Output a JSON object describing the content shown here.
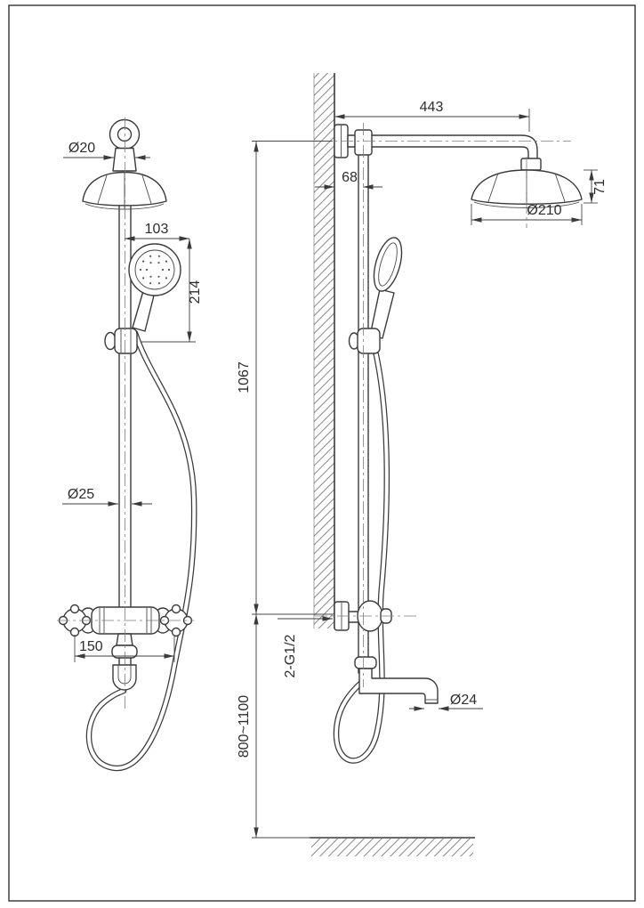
{
  "drawing": {
    "background": "#ffffff",
    "line_color": "#3a3a3a",
    "hatch_color": "#7a7a7a",
    "front": {
      "top_pipe_diameter": "Ø20",
      "hand_shower_offset": "103",
      "hand_shower_height": "214",
      "riser_diameter": "Ø25",
      "valve_center_distance": "150"
    },
    "side": {
      "arm_length": "443",
      "wall_to_pipe": "68",
      "head_diameter": "Ø210",
      "head_height": "71",
      "riser_height": "1067",
      "connection_thread": "2-G1/2",
      "spout_diameter": "Ø24",
      "installation_height": "800~1100"
    }
  }
}
